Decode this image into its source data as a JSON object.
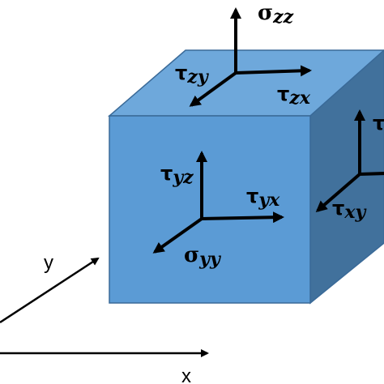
{
  "colors": {
    "front_face": "#5b9bd5",
    "top_face": "#6ea8db",
    "side_face": "#41719c",
    "edge": "#3a6a98",
    "arrow": "#000000"
  },
  "axes": {
    "x_label": "x",
    "y_label": "y"
  },
  "stress_labels": {
    "sigma_zz": {
      "symbol": "σ",
      "sub": "zz"
    },
    "tau_zy": {
      "symbol": "τ",
      "sub": "zy"
    },
    "tau_zx": {
      "symbol": "τ",
      "sub": "zx"
    },
    "tau_yz": {
      "symbol": "τ",
      "sub": "yz"
    },
    "tau_yx": {
      "symbol": "τ",
      "sub": "yx"
    },
    "sigma_yy": {
      "symbol": "σ",
      "sub": "yy"
    },
    "tau_xy": {
      "symbol": "τ",
      "sub": "xy"
    },
    "tau_right_cut": {
      "symbol": "τ"
    }
  }
}
